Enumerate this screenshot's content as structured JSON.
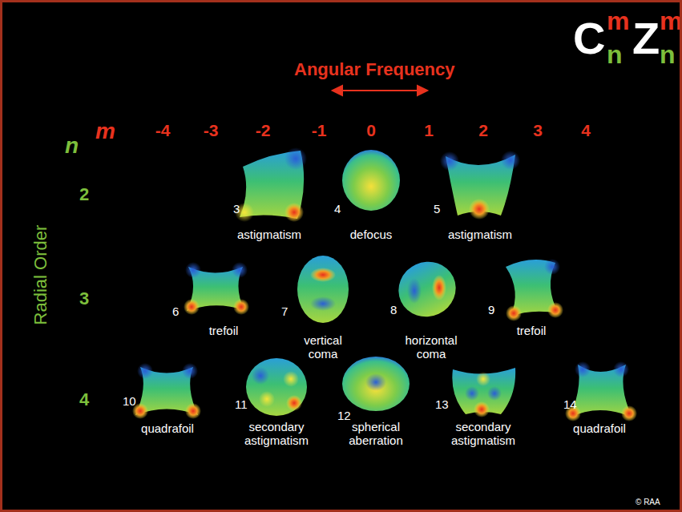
{
  "diagram": {
    "labels": [
      "C",
      "m",
      "n",
      "Z",
      "m",
      "n",
      "Angular Frequency",
      "n",
      "m",
      "-4",
      "-3",
      "-2",
      "-1",
      "0",
      "1",
      "2",
      "3",
      "4",
      "2",
      "3",
      "4",
      "Radial Order",
      "3",
      "astigmatism",
      "4",
      "defocus",
      "5",
      "astigmatism",
      "6",
      "trefoil",
      "7",
      "vertical coma",
      "8",
      "horizontal coma",
      "9",
      "trefoil",
      "10",
      "quadrafoil",
      "11",
      "secondary astigmatism",
      "12",
      "spherical aberration",
      "13",
      "secondary astigmatism",
      "14",
      "quadrafoil",
      "© RAA"
    ]
  }
}
